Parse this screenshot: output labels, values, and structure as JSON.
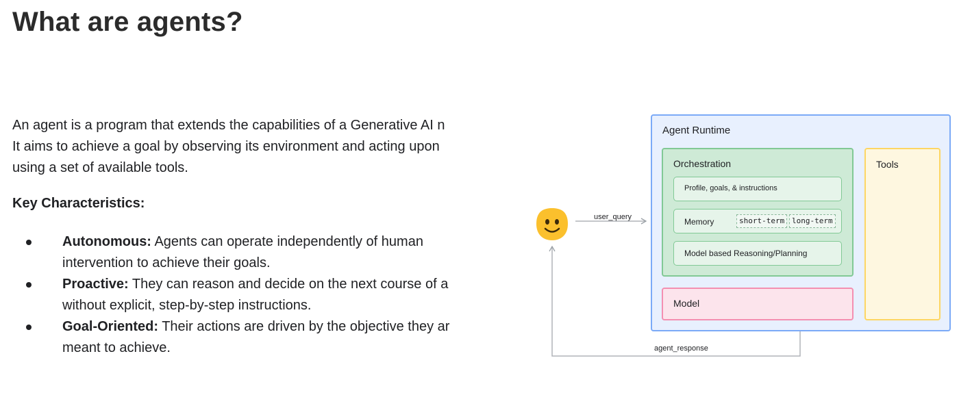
{
  "slide": {
    "title": "What are agents?",
    "intro_lines": [
      "An agent is a program that extends the capabilities of a Generative AI n",
      "It aims to achieve a goal by observing its environment and acting upon",
      "using a set of available tools."
    ],
    "key_title": "Key Characteristics:",
    "characteristics": [
      {
        "term": "Autonomous:",
        "line1": " Agents can operate independently of human",
        "line2": "intervention to achieve their goals."
      },
      {
        "term": "Proactive:",
        "line1": " They can reason and decide on the next course of a",
        "line2": "without explicit, step-by-step instructions."
      },
      {
        "term": "Goal-Oriented:",
        "line1": " Their actions are driven by the objective they ar",
        "line2": "meant to achieve."
      }
    ]
  },
  "diagram": {
    "runtime_label": "Agent Runtime",
    "orchestration_label": "Orchestration",
    "profile_label": "Profile, goals, & instructions",
    "memory_label": "Memory",
    "memory_tags": [
      "short-term",
      "long-term"
    ],
    "reasoning_label": "Model based Reasoning/Planning",
    "model_label": "Model",
    "tools_label": "Tools",
    "user_query_label": "user_query",
    "agent_response_label": "agent_response",
    "face_icon": "smiling-face-icon",
    "colors": {
      "runtime_bg": "#e8f0fe",
      "runtime_border": "#7baaf7",
      "orchestration_bg": "#ceead6",
      "orchestration_border": "#81c995",
      "model_bg": "#fce4ec",
      "model_border": "#f48fb1",
      "tools_bg": "#fef7e0",
      "tools_border": "#fdd663",
      "face": "#fbc02d"
    }
  }
}
